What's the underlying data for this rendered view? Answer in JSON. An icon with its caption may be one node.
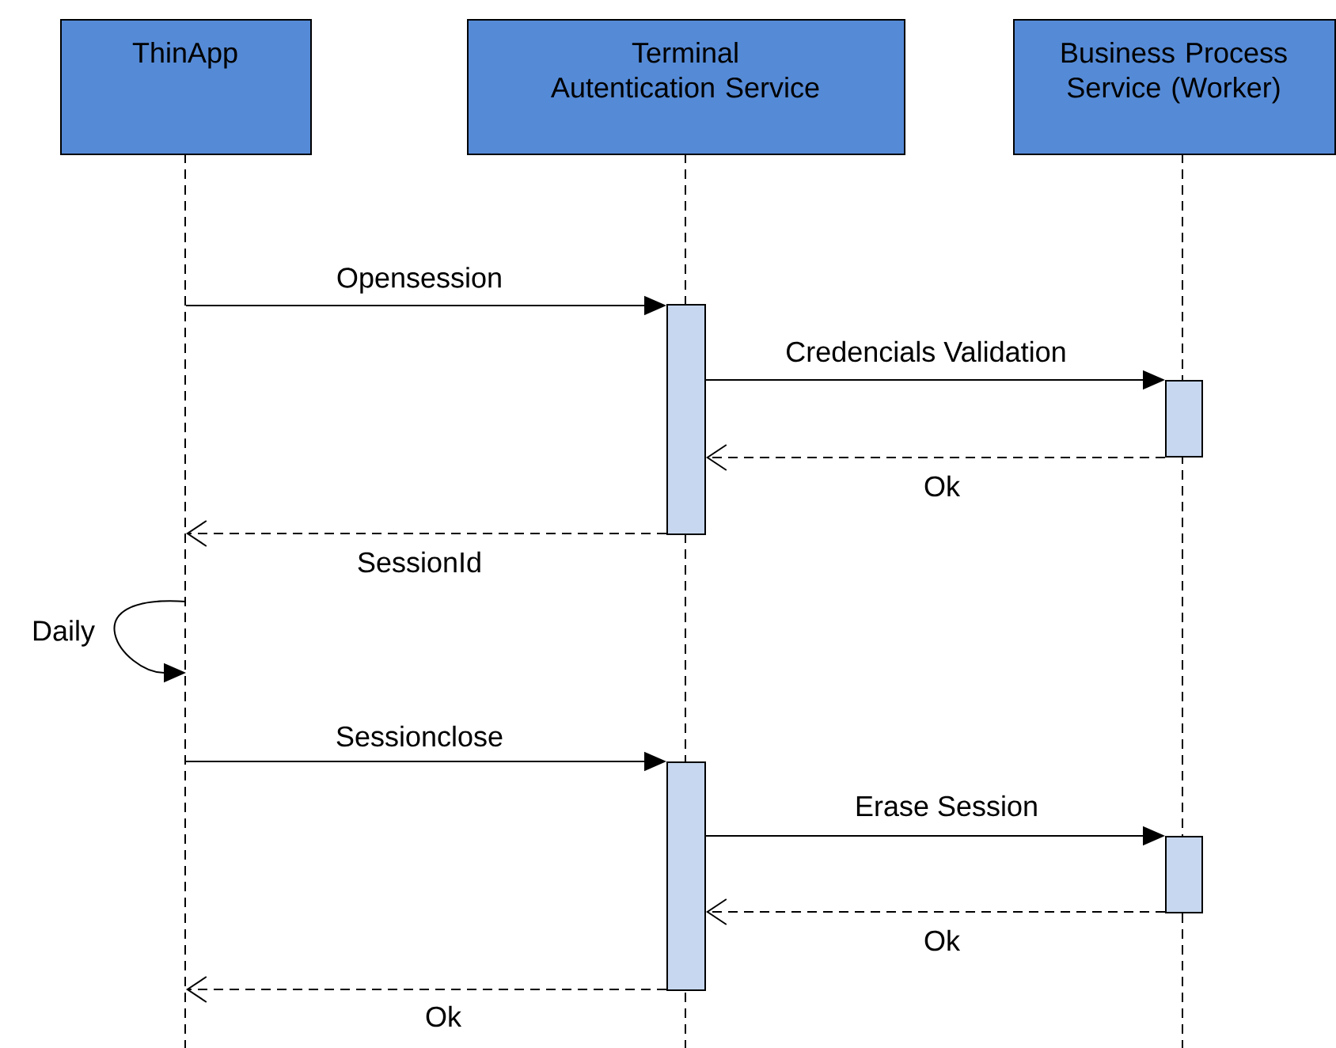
{
  "diagram": {
    "nodes": [
      {
        "text": [
          "ThinApp"
        ]
      },
      {
        "text": [
          "Terminal Autentication Service"
        ]
      },
      {
        "text": [
          "Business Process Service (Worker)"
        ]
      },
      {
        "text": [],
        "shape": "bar"
      },
      {
        "text": [],
        "shape": "bar"
      },
      {
        "text": [],
        "shape": "bar"
      },
      {
        "text": [],
        "shape": "bar"
      }
    ],
    "edges": [
      {
        "from": 0,
        "to": 3,
        "arrow": "to",
        "label": "Opensession"
      },
      {
        "from": 3,
        "to": 4,
        "arrow": "to",
        "label": "Credencials Validation"
      },
      {
        "from": 4,
        "to": 3,
        "arrow": "to",
        "label": "Ok",
        "style": "dashed"
      },
      {
        "from": 3,
        "to": 0,
        "arrow": "to",
        "label": "SessionId",
        "style": "dashed"
      },
      {
        "from": 0,
        "to": 0,
        "arrow": "to",
        "label": "Daily"
      },
      {
        "from": 0,
        "to": 5,
        "arrow": "to",
        "label": "Sessionclose"
      },
      {
        "from": 5,
        "to": 6,
        "arrow": "to",
        "label": "Erase Session"
      },
      {
        "from": 6,
        "to": 5,
        "arrow": "to",
        "label": "Ok",
        "style": "dashed"
      },
      {
        "from": 5,
        "to": 0,
        "arrow": "to",
        "label": "Ok",
        "style": "dashed"
      }
    ]
  }
}
